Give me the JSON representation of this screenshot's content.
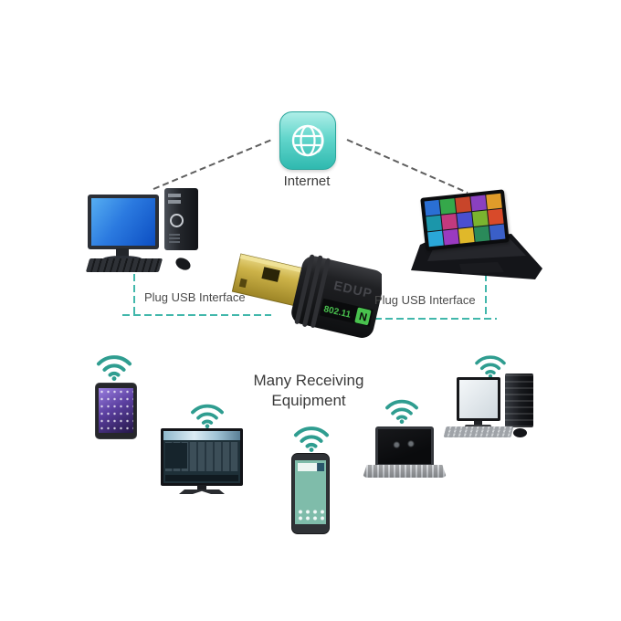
{
  "scene": {
    "internet_label": "Internet",
    "plug_usb_left": "Plug USB Interface",
    "plug_usb_right": "Plug USB Interface",
    "receiving_line1": "Many Receiving",
    "receiving_line2": "Equipment"
  },
  "adapter": {
    "brand": "EDUP",
    "standard": "802.11",
    "badge": "N"
  },
  "colors": {
    "teal_dash": "#41b7ab",
    "dark_dash": "#5f5f5f",
    "wifi": "#2f9d90",
    "label_green": "#49c24e",
    "adapter_body": "#191a1c"
  }
}
